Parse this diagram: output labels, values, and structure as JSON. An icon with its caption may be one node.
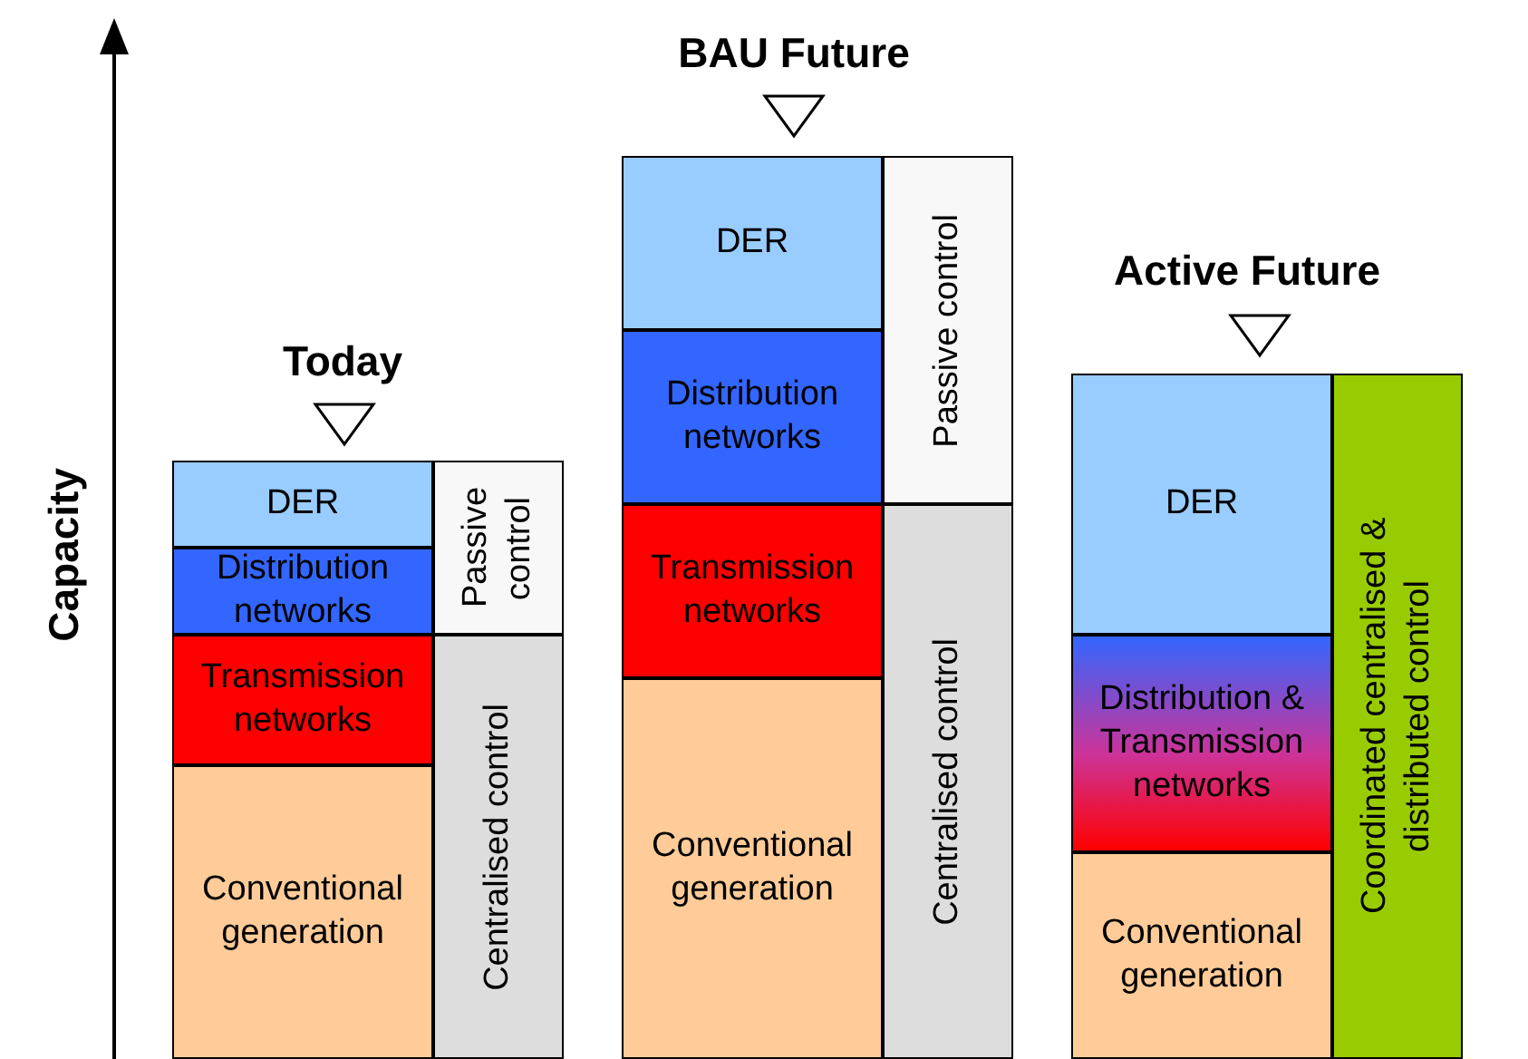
{
  "diagram": {
    "nodes": [
      {
        "text": [
          "DER"
        ]
      },
      {
        "text": [
          "Distribution networks"
        ]
      },
      {
        "text": [
          "Transmission networks"
        ]
      },
      {
        "text": [
          "Conventional generation"
        ]
      },
      {
        "text": [
          "Passive control"
        ]
      },
      {
        "text": [
          "Centralised control"
        ]
      },
      {
        "text": [
          "DER"
        ]
      },
      {
        "text": [
          "Distribution networks"
        ]
      },
      {
        "text": [
          "Transmission networks"
        ]
      },
      {
        "text": [
          "Conventional generation"
        ]
      },
      {
        "text": [
          "Passive control"
        ]
      },
      {
        "text": [
          "Centralised control"
        ]
      },
      {
        "text": [
          "DER"
        ]
      },
      {
        "text": [
          "Distribution & Transmission networks"
        ]
      },
      {
        "text": [
          "Conventional generation"
        ]
      },
      {
        "text": [
          "Coordinated centralised & distributed control"
        ]
      }
    ],
    "edges": [],
    "labels": [
      "Capacity",
      "Today",
      "BAU Future",
      "Active Future"
    ]
  }
}
